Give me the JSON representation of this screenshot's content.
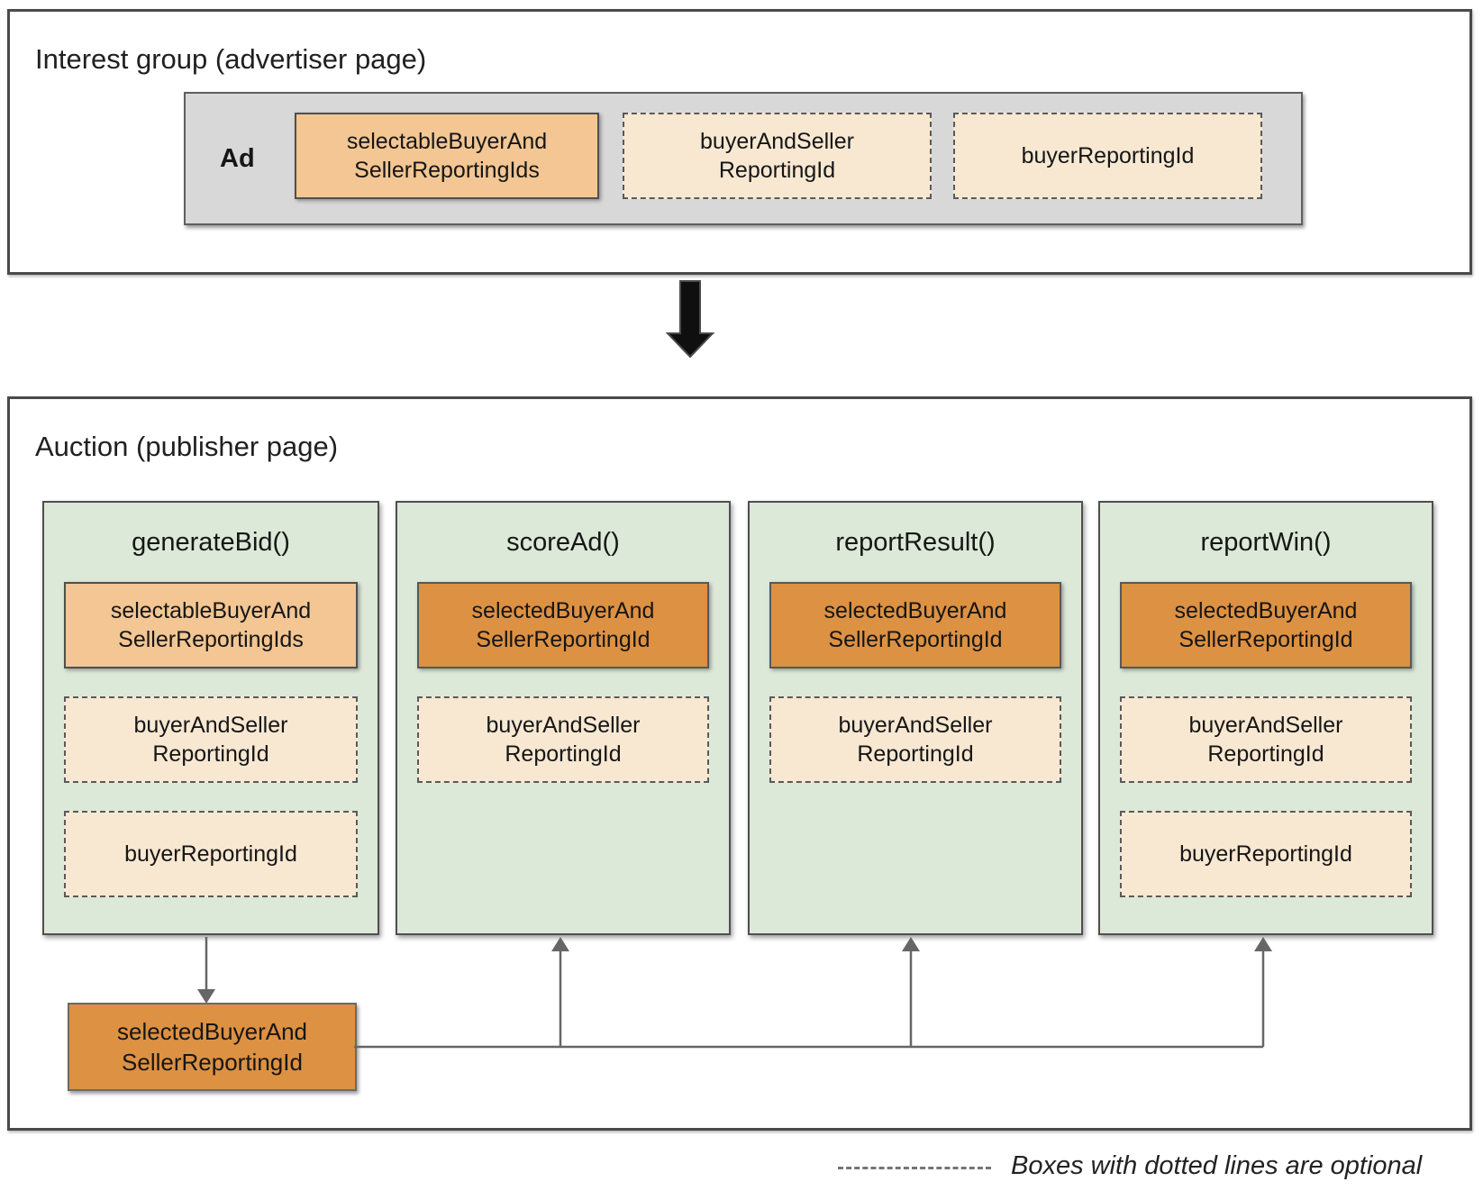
{
  "interest_group": {
    "title": "Interest group (advertiser page)",
    "ad_label": "Ad",
    "boxes": [
      {
        "line1": "selectableBuyerAnd",
        "line2": "SellerReportingIds",
        "variant": "solid-light"
      },
      {
        "line1": "buyerAndSeller",
        "line2": "ReportingId",
        "variant": "dashed"
      },
      {
        "line1": "buyerReportingId",
        "line2": "",
        "variant": "dashed"
      }
    ]
  },
  "auction": {
    "title": "Auction (publisher page)",
    "columns": [
      {
        "header": "generateBid()",
        "boxes": [
          {
            "line1": "selectableBuyerAnd",
            "line2": "SellerReportingIds",
            "variant": "solid-light"
          },
          {
            "line1": "buyerAndSeller",
            "line2": "ReportingId",
            "variant": "dashed"
          },
          {
            "line1": "buyerReportingId",
            "line2": "",
            "variant": "dashed"
          }
        ]
      },
      {
        "header": "scoreAd()",
        "boxes": [
          {
            "line1": "selectedBuyerAnd",
            "line2": "SellerReportingId",
            "variant": "solid-dark"
          },
          {
            "line1": "buyerAndSeller",
            "line2": "ReportingId",
            "variant": "dashed"
          }
        ]
      },
      {
        "header": "reportResult()",
        "boxes": [
          {
            "line1": "selectedBuyerAnd",
            "line2": "SellerReportingId",
            "variant": "solid-dark"
          },
          {
            "line1": "buyerAndSeller",
            "line2": "ReportingId",
            "variant": "dashed"
          }
        ]
      },
      {
        "header": "reportWin()",
        "boxes": [
          {
            "line1": "selectedBuyerAnd",
            "line2": "SellerReportingId",
            "variant": "solid-dark"
          },
          {
            "line1": "buyerAndSeller",
            "line2": "ReportingId",
            "variant": "dashed"
          },
          {
            "line1": "buyerReportingId",
            "line2": "",
            "variant": "dashed"
          }
        ]
      }
    ],
    "selected_output_box": {
      "line1": "selectedBuyerAnd",
      "line2": "SellerReportingId"
    }
  },
  "legend": {
    "text": "Boxes with dotted lines are optional"
  },
  "colors": {
    "solid_light_orange": "#f3c693",
    "solid_dark_orange": "#dd9142",
    "dashed_peach": "#f8e8d2",
    "column_green": "#dce8d8",
    "ad_strip_gray": "#d8d8d8",
    "connector_gray": "#666666",
    "flow_arrow_black": "#0f0f0f"
  }
}
